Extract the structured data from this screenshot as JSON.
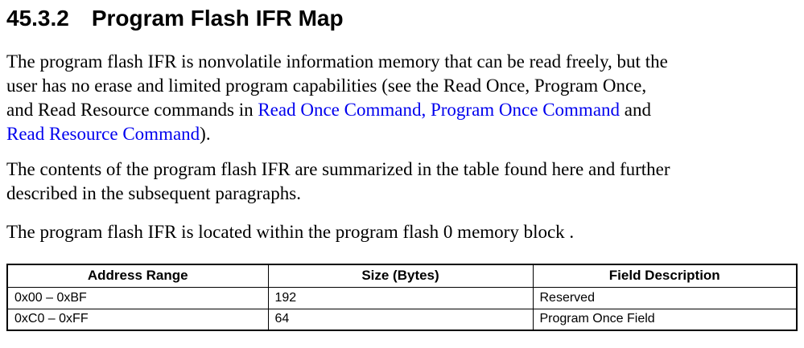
{
  "colors": {
    "text": "#000000",
    "link": "#0000EE",
    "table_border": "#000000",
    "background": "#ffffff"
  },
  "heading": {
    "number": "45.3.2",
    "title": "Program Flash IFR Map"
  },
  "paragraphs": {
    "p1": {
      "lines": [
        [
          {
            "t": "The program flash IFR is nonvolatile information memory that can be read freely, but the"
          }
        ],
        [
          {
            "t": "user has no erase and limited program capabilities (see the Read Once, Program Once,"
          }
        ],
        [
          {
            "t": "and Read Resource commands in "
          },
          {
            "t": "Read Once Command,",
            "link": true,
            "name": "read-once-command-link"
          },
          {
            "t": " "
          },
          {
            "t": "Program Once Command",
            "link": true,
            "name": "program-once-command-link"
          },
          {
            "t": " and"
          }
        ],
        [
          {
            "t": "Read Resource Command",
            "link": true,
            "name": "read-resource-command-link"
          },
          {
            "t": ")."
          }
        ]
      ]
    },
    "p2": {
      "lines": [
        [
          {
            "t": "The contents of the program flash IFR are summarized in the table found here and further"
          }
        ],
        [
          {
            "t": "described in the subsequent paragraphs."
          }
        ]
      ]
    },
    "p3": {
      "lines": [
        [
          {
            "t": "The program flash IFR is located within the program flash 0 memory block ."
          }
        ]
      ]
    }
  },
  "table": {
    "columns": [
      "Address Range",
      "Size (Bytes)",
      "Field Description"
    ],
    "rows": [
      [
        "0x00 – 0xBF",
        "192",
        "Reserved"
      ],
      [
        "0xC0 – 0xFF",
        "64",
        "Program Once Field"
      ]
    ]
  }
}
